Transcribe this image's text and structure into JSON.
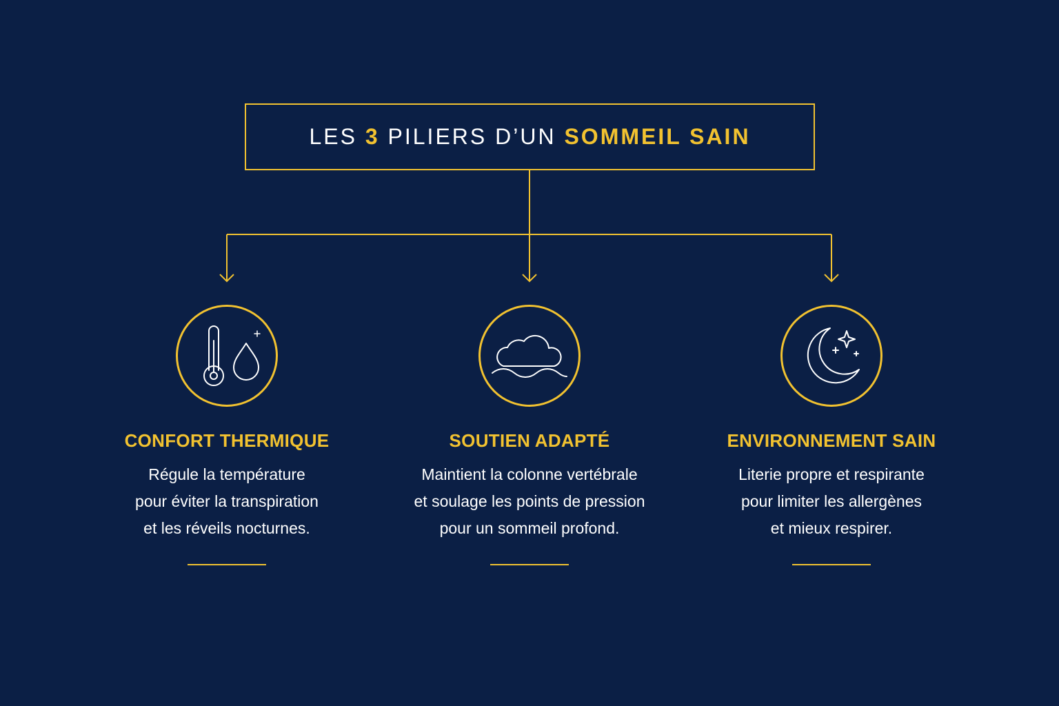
{
  "title": {
    "prefix": "LES",
    "number": "3",
    "middle": "PILIERS D’UN",
    "highlight": "SOMMEIL SAIN"
  },
  "pillars": [
    {
      "icon": "thermometer-drop-icon",
      "title": "CONFORT THERMIQUE",
      "lines": [
        "Régule la température",
        "pour éviter la transpiration",
        "et les réveils nocturnes."
      ]
    },
    {
      "icon": "cloud-icon",
      "title": "SOUTIEN ADAPTÉ",
      "lines": [
        "Maintient la colonne vertébrale",
        "et soulage les points de pression",
        "pour un sommeil profond."
      ]
    },
    {
      "icon": "moon-stars-icon",
      "title": "ENVIRONNEMENT SAIN",
      "lines": [
        "Literie propre et respirante",
        "pour limiter les allergènes",
        "et mieux respirer."
      ]
    }
  ],
  "colors": {
    "background": "#0b1f45",
    "accent": "#f2c230",
    "text": "#ffffff"
  }
}
